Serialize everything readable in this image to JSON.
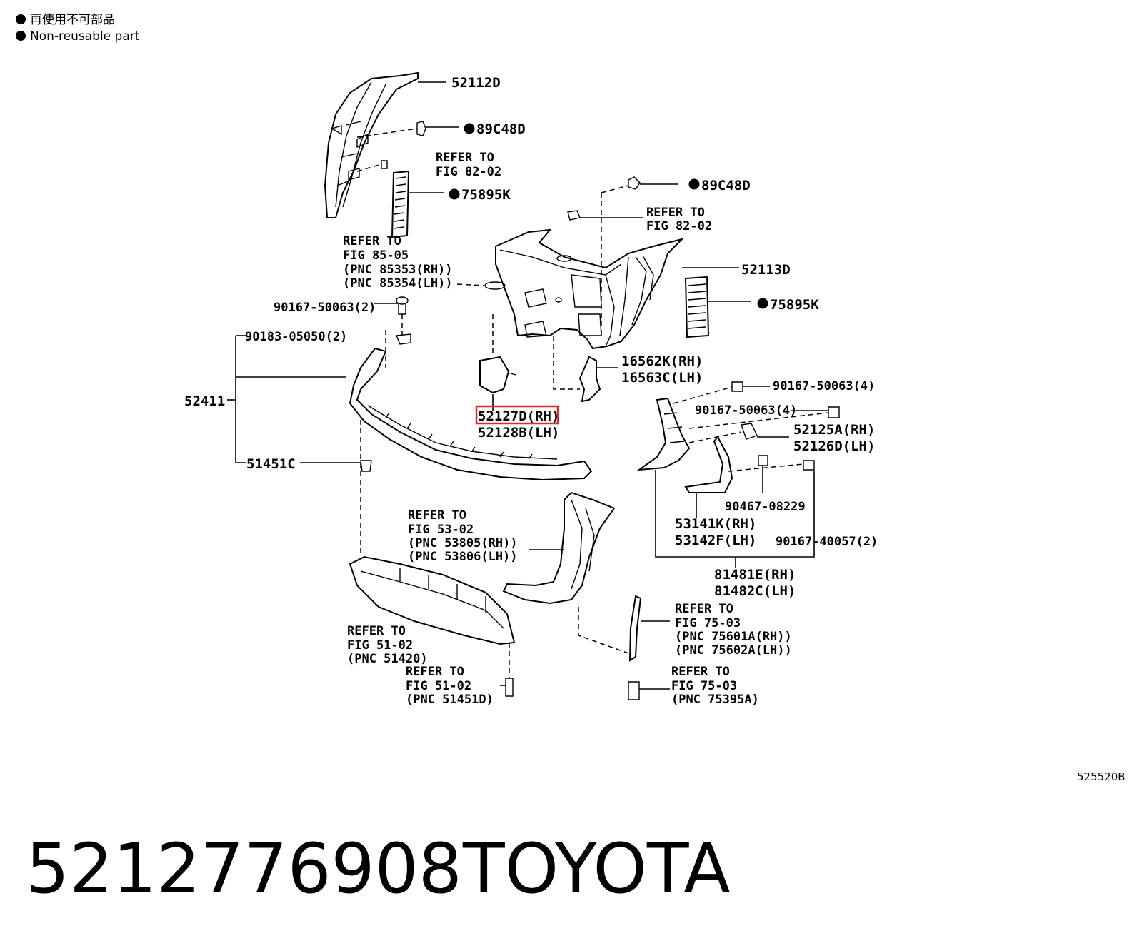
{
  "legend": {
    "line1": "再使用不可部品",
    "line2": "Non-reusable part"
  },
  "labels": {
    "l52112D": "52112D",
    "l89C48D_a": "89C48D",
    "ref82_a_1": "REFER TO",
    "ref82_a_2": "FIG 82-02",
    "l75895K_a": "75895K",
    "ref85_1": "REFER TO",
    "ref85_2": "FIG 85-05",
    "ref85_3": "(PNC 85353(RH))",
    "ref85_4": "(PNC 85354(LH))",
    "l89C48D_b": "89C48D",
    "ref82_b_1": "REFER TO",
    "ref82_b_2": "FIG 82-02",
    "l52113D": "52113D",
    "l75895K_b": "75895K",
    "l90167_2": "90167-50063(2)",
    "l90183": "90183-05050(2)",
    "l52411": "52411",
    "l16562K": "16562K(RH)",
    "l16563C": "16563C(LH)",
    "l90167_4a": "90167-50063(4)",
    "l90167_4b": "90167-50063(4)",
    "l52127D": "52127D(RH)",
    "l52128B": "52128B(LH)",
    "l52125A": "52125A(RH)",
    "l52126D": "52126D(LH)",
    "l51451C": "51451C",
    "l90467": "90467-08229",
    "l53141K": "53141K(RH)",
    "l53142F": "53142F(LH)",
    "l90167_40057": "90167-40057(2)",
    "ref53_1": "REFER TO",
    "ref53_2": "FIG 53-02",
    "ref53_3": "(PNC 53805(RH))",
    "ref53_4": "(PNC 53806(LH))",
    "l81481E": "81481E(RH)",
    "l81482C": "81482C(LH)",
    "ref51a_1": "REFER TO",
    "ref51a_2": "FIG 51-02",
    "ref51a_3": "(PNC 51420)",
    "ref75a_1": "REFER TO",
    "ref75a_2": "FIG 75-03",
    "ref75a_3": "(PNC 75601A(RH))",
    "ref75a_4": "(PNC 75602A(LH))",
    "ref51b_1": "REFER TO",
    "ref51b_2": "FIG 51-02",
    "ref51b_3": "(PNC 51451D)",
    "ref75b_1": "REFER TO",
    "ref75b_2": "FIG 75-03",
    "ref75b_3": "(PNC 75395A)"
  },
  "figure_code": "525520B",
  "part_number": "5212776908",
  "brand": "TOYOTA",
  "highlight_color": "#d92b2b"
}
